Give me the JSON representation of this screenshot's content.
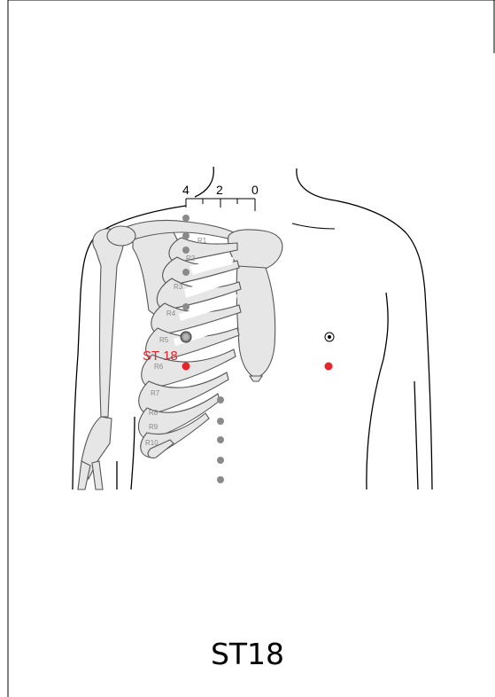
{
  "caption": "ST18",
  "point_label": "ST 18",
  "scale_labels": [
    "4",
    "2",
    "0"
  ],
  "rib_labels": [
    "R1",
    "R2",
    "R3",
    "R4",
    "R5",
    "R6",
    "R7",
    "R8",
    "R9",
    "R10"
  ],
  "colors": {
    "point_red": "#e8232a",
    "marker_gray": "#8a8a8a",
    "bone_fill": "#e6e6e6",
    "bone_stroke": "#555555",
    "outline": "#000000"
  }
}
